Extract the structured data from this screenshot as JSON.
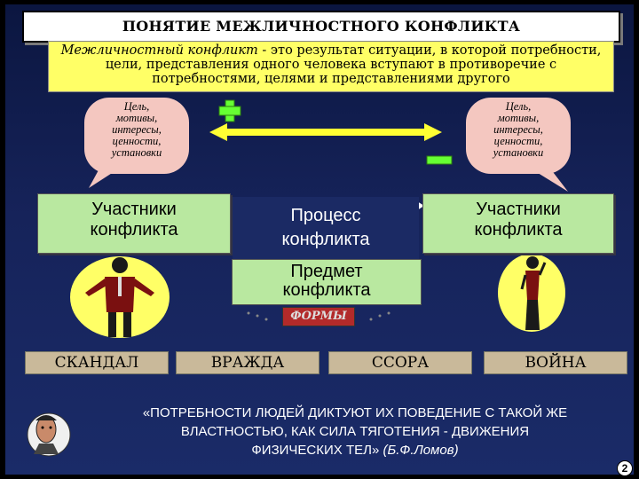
{
  "title": "ПОНЯТИЕ МЕЖЛИЧНОСТНОГО КОНФЛИКТА",
  "definition": {
    "term": "Межличностный конфликт",
    "line1_rest": " - это результат ситуации, в которой потребности,",
    "line2": "цели, представления одного человека вступают в противоречие с",
    "line3": "потребностями, целями и представлениями другого"
  },
  "bubble_lines": [
    "Цель,",
    "мотивы,",
    "интересы,",
    "ценности,",
    "установки"
  ],
  "plus_sign": "+",
  "minus_sign": "-",
  "participants_line1": "Участники",
  "participants_line2": "конфликта",
  "process_line1": "Процесс",
  "process_line2": "конфликта",
  "subject_line1": "Предмет",
  "subject_line2": "конфликта",
  "forms_label": "ФОРМЫ",
  "forms": [
    "СКАНДАЛ",
    "ВРАЖДА",
    "ССОРА",
    "ВОЙНА"
  ],
  "quote": {
    "line1": "«ПОТРЕБНОСТИ ЛЮДЕЙ ДИКТУЮТ ИХ ПОВЕДЕНИЕ С ТАКОЙ ЖЕ",
    "line2": "ВЛАСТНОСТЬЮ, КАК СИЛА ТЯГОТЕНИЯ - ДВИЖЕНИЯ",
    "line3_text": "ФИЗИЧЕСКИХ ТЕЛ» ",
    "author": "(Б.Ф.Ломов)"
  },
  "page_number": "2",
  "colors": {
    "background": "#16235a",
    "definition": "#ffff66",
    "bubble": "#f4c7c0",
    "box_green": "#b9e8a0",
    "plus": "#66ff33",
    "arrow": "#ffff33",
    "forms_badge": "#b22a2a",
    "form_box": "#c9b99a"
  }
}
